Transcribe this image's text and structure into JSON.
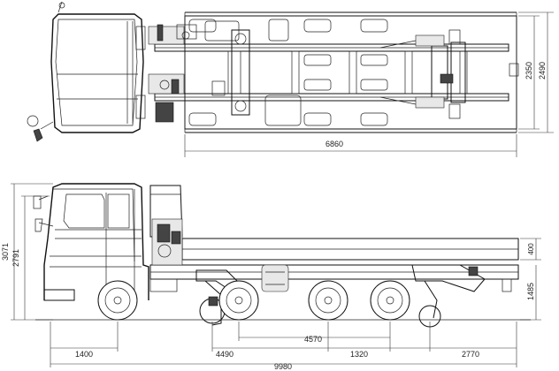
{
  "dimensions": {
    "top_overall_length": "6860",
    "top_inner_width": "2350",
    "top_overall_width": "2490",
    "side_overall_height": "3071",
    "side_cab_height": "2791",
    "side_body_height": "400",
    "side_frame_height": "1485",
    "side_front_overhang": "1400",
    "side_wheelbase_first": "4490",
    "side_wheelbase_total": "4570",
    "side_tandem_spacing": "1320",
    "side_rear_overhang": "2770",
    "side_overall_length": "9980"
  }
}
